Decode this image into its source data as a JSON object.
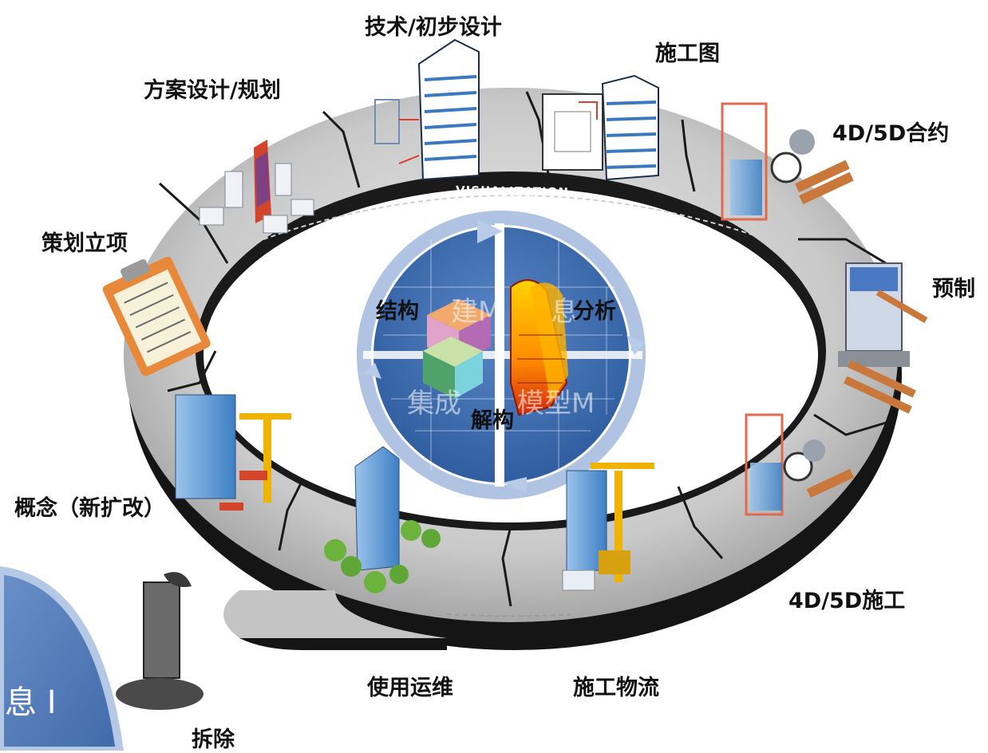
{
  "ring_banner": "VISUALIZATION",
  "center": {
    "label_top_left": "结构",
    "label_top_right": "分析",
    "label_bottom": "解构",
    "ghost_top_left": "建M",
    "ghost_top_right": "息",
    "ghost_bottom_left": "集成",
    "ghost_bottom_right": "模型M"
  },
  "stages": [
    {
      "id": "planning",
      "label": "策划立项"
    },
    {
      "id": "scheme",
      "label": "方案设计/规划"
    },
    {
      "id": "technical",
      "label": "技术/初步设计"
    },
    {
      "id": "construction-drawing",
      "label": "施工图"
    },
    {
      "id": "contract",
      "label": "4D/5D合约"
    },
    {
      "id": "prefab",
      "label": "预制"
    },
    {
      "id": "construction",
      "label": "4D/5D施工"
    },
    {
      "id": "logistics",
      "label": "施工物流"
    },
    {
      "id": "operation",
      "label": "使用运维"
    },
    {
      "id": "demolition",
      "label": "拆除"
    },
    {
      "id": "concept",
      "label": "概念（新扩改）"
    }
  ],
  "corner_fragment": "息 I",
  "colors": {
    "ring_top": "#c9c9c9",
    "ring_edge": "#141414",
    "center_blue": "#3a6ab0",
    "center_ring": "#a9bde0",
    "building_blue": "#6fa8dc",
    "accent_red": "#e03a2a",
    "wood": "#c9773a"
  }
}
